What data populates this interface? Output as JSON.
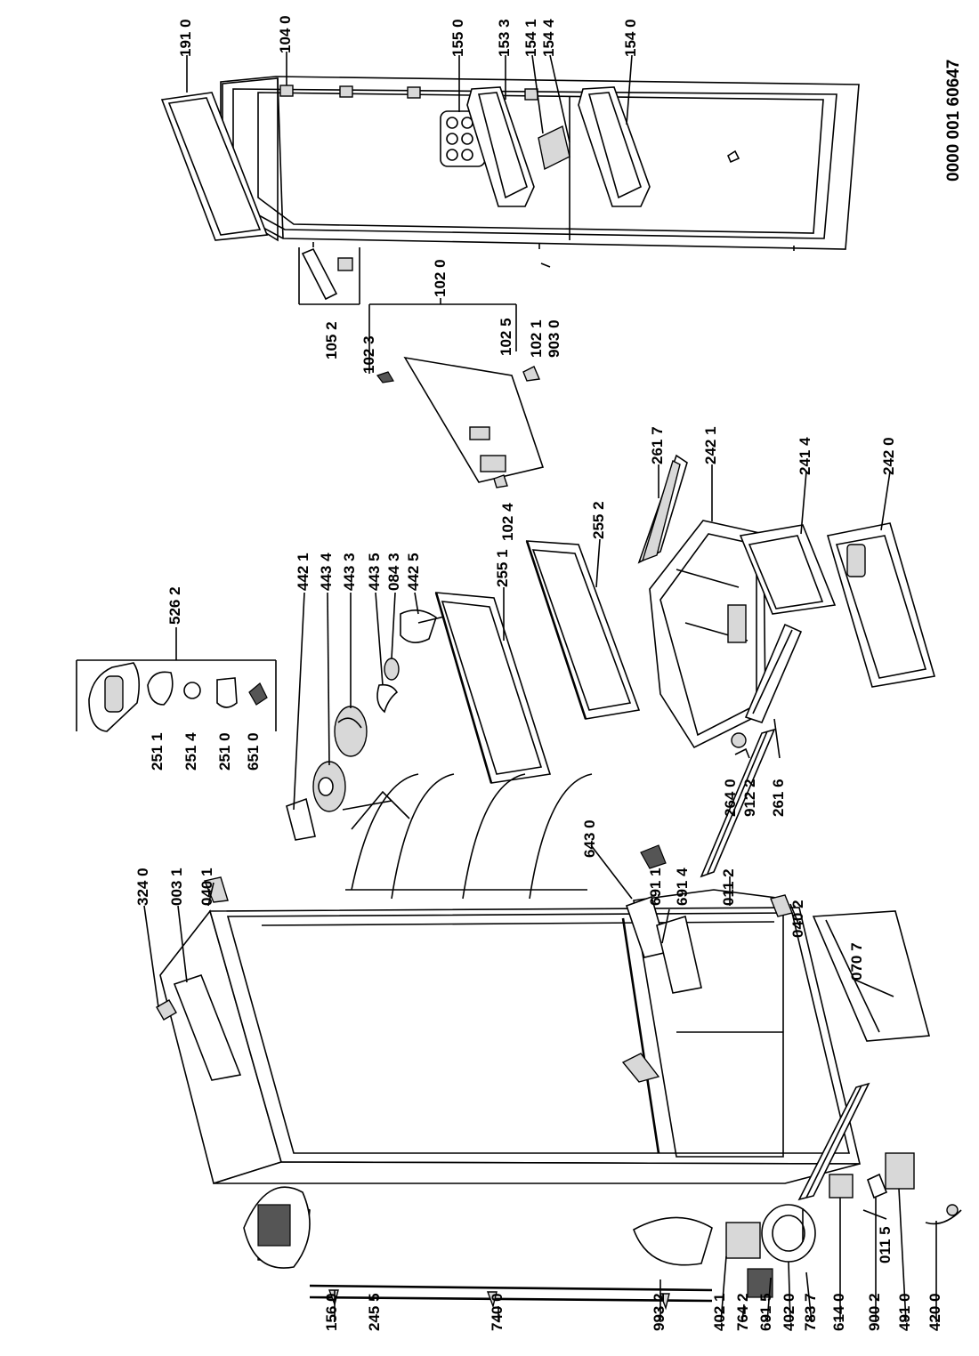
{
  "document_number": "0000 001 60647",
  "parts": [
    {
      "id": "191",
      "label": "191 0"
    },
    {
      "id": "104",
      "label": "104 0"
    },
    {
      "id": "155",
      "label": "155 0"
    },
    {
      "id": "1533",
      "label": "153 3"
    },
    {
      "id": "1541",
      "label": "154 1"
    },
    {
      "id": "1544",
      "label": "154 4"
    },
    {
      "id": "154",
      "label": "154 0"
    },
    {
      "id": "1052",
      "label": "105 2"
    },
    {
      "id": "102",
      "label": "102 0"
    },
    {
      "id": "1023",
      "label": "102 3"
    },
    {
      "id": "1025",
      "label": "102 5"
    },
    {
      "id": "1021",
      "label": "102 1"
    },
    {
      "id": "903",
      "label": "903 0"
    },
    {
      "id": "1024",
      "label": "102 4"
    },
    {
      "id": "5262",
      "label": "526 2"
    },
    {
      "id": "2511",
      "label": "251 1"
    },
    {
      "id": "2514",
      "label": "251 4"
    },
    {
      "id": "2510",
      "label": "251 0"
    },
    {
      "id": "6510",
      "label": "651 0"
    },
    {
      "id": "4421",
      "label": "442 1"
    },
    {
      "id": "4434",
      "label": "443 4"
    },
    {
      "id": "4433",
      "label": "443 3"
    },
    {
      "id": "4435",
      "label": "443 5"
    },
    {
      "id": "0843",
      "label": "084 3"
    },
    {
      "id": "4425",
      "label": "442 5"
    },
    {
      "id": "2551",
      "label": "255 1"
    },
    {
      "id": "2552",
      "label": "255 2"
    },
    {
      "id": "2617",
      "label": "261 7"
    },
    {
      "id": "2421",
      "label": "242 1"
    },
    {
      "id": "2414",
      "label": "241 4"
    },
    {
      "id": "2420",
      "label": "242 0"
    },
    {
      "id": "2640",
      "label": "264 0"
    },
    {
      "id": "9122",
      "label": "912 2"
    },
    {
      "id": "2616",
      "label": "261 6"
    },
    {
      "id": "3240",
      "label": "324 0"
    },
    {
      "id": "0031",
      "label": "003 1"
    },
    {
      "id": "0401",
      "label": "040 1"
    },
    {
      "id": "6430",
      "label": "643 0"
    },
    {
      "id": "6911",
      "label": "691 1"
    },
    {
      "id": "6914",
      "label": "691 4"
    },
    {
      "id": "0112",
      "label": "011 2"
    },
    {
      "id": "0402",
      "label": "040 2"
    },
    {
      "id": "0707",
      "label": "070 7"
    },
    {
      "id": "0115",
      "label": "011 5"
    },
    {
      "id": "1560",
      "label": "156 0"
    },
    {
      "id": "2455",
      "label": "245 5"
    },
    {
      "id": "7400",
      "label": "740 0"
    },
    {
      "id": "9932",
      "label": "993 2"
    },
    {
      "id": "4021",
      "label": "402 1"
    },
    {
      "id": "7642",
      "label": "764 2"
    },
    {
      "id": "6915",
      "label": "691 5"
    },
    {
      "id": "4020",
      "label": "402 0"
    },
    {
      "id": "7837",
      "label": "783 7"
    },
    {
      "id": "6140",
      "label": "614 0"
    },
    {
      "id": "9002",
      "label": "900 2"
    },
    {
      "id": "4910",
      "label": "491 0"
    },
    {
      "id": "4200",
      "label": "420 0"
    }
  ]
}
